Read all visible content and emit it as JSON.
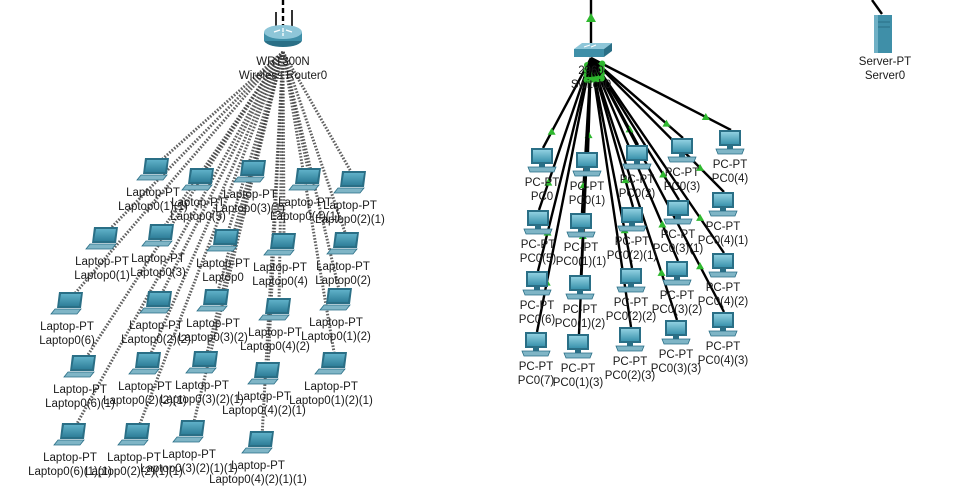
{
  "router": {
    "model": "WRT300N",
    "name": "Wireless Router0",
    "icon": "wireless-router-icon"
  },
  "switch": {
    "model": "2960",
    "name": "Switch0",
    "icon": "switch-icon"
  },
  "server": {
    "model": "Server-PT",
    "name": "Server0",
    "icon": "server-icon"
  },
  "laptops": [
    {
      "model": "Laptop-PT",
      "name": "Laptop0(1)(1)"
    },
    {
      "model": "Laptop-PT",
      "name": "Laptop0(5)"
    },
    {
      "model": "Laptop-PT",
      "name": "Laptop0(3)(1)"
    },
    {
      "model": "Laptop-PT",
      "name": "Laptop0(4)(1)"
    },
    {
      "model": "Laptop-PT",
      "name": "Laptop0(2)(1)"
    },
    {
      "model": "Laptop-PT",
      "name": "Laptop0(1)"
    },
    {
      "model": "Laptop-PT",
      "name": "Laptop0(3)"
    },
    {
      "model": "Laptop-PT",
      "name": "Laptop0"
    },
    {
      "model": "Laptop-PT",
      "name": "Laptop0(4)"
    },
    {
      "model": "Laptop-PT",
      "name": "Laptop0(2)"
    },
    {
      "model": "Laptop-PT",
      "name": "Laptop0(6)"
    },
    {
      "model": "Laptop-PT",
      "name": "Laptop0(2)(2)"
    },
    {
      "model": "Laptop-PT",
      "name": "Laptop0(3)(2)"
    },
    {
      "model": "Laptop-PT",
      "name": "Laptop0(4)(2)"
    },
    {
      "model": "Laptop-PT",
      "name": "Laptop0(1)(2)"
    },
    {
      "model": "Laptop-PT",
      "name": "Laptop0(6)(1)"
    },
    {
      "model": "Laptop-PT",
      "name": "Laptop0(2)(2)(1)"
    },
    {
      "model": "Laptop-PT",
      "name": "Laptop0(3)(2)(1)"
    },
    {
      "model": "Laptop-PT",
      "name": "Laptop0(4)(2)(1)"
    },
    {
      "model": "Laptop-PT",
      "name": "Laptop0(1)(2)(1)"
    },
    {
      "model": "Laptop-PT",
      "name": "Laptop0(6)(1)(1)"
    },
    {
      "model": "Laptop-PT",
      "name": "Laptop0(2)(2)(1)(1)"
    },
    {
      "model": "Laptop-PT",
      "name": "Laptop0(3)(2)(1)(1)"
    },
    {
      "model": "Laptop-PT",
      "name": "Laptop0(4)(2)(1)(1)"
    }
  ],
  "pcs": [
    {
      "model": "PC-PT",
      "name": "PC0"
    },
    {
      "model": "PC-PT",
      "name": "PC0(1)"
    },
    {
      "model": "PC-PT",
      "name": "PC0(2)"
    },
    {
      "model": "PC-PT",
      "name": "PC0(3)"
    },
    {
      "model": "PC-PT",
      "name": "PC0(4)"
    },
    {
      "model": "PC-PT",
      "name": "PC0(5)"
    },
    {
      "model": "PC-PT",
      "name": "PC0(1)(1)"
    },
    {
      "model": "PC-PT",
      "name": "PC0(2)(1)"
    },
    {
      "model": "PC-PT",
      "name": "PC0(3)(1)"
    },
    {
      "model": "PC-PT",
      "name": "PC0(4)(1)"
    },
    {
      "model": "PC-PT",
      "name": "PC0(6)"
    },
    {
      "model": "PC-PT",
      "name": "PC0(1)(2)"
    },
    {
      "model": "PC-PT",
      "name": "PC0(2)(2)"
    },
    {
      "model": "PC-PT",
      "name": "PC0(3)(2)"
    },
    {
      "model": "PC-PT",
      "name": "PC0(4)(2)"
    },
    {
      "model": "PC-PT",
      "name": "PC0(7)"
    },
    {
      "model": "PC-PT",
      "name": "PC0(1)(3)"
    },
    {
      "model": "PC-PT",
      "name": "PC0(2)(3)"
    },
    {
      "model": "PC-PT",
      "name": "PC0(3)(3)"
    },
    {
      "model": "PC-PT",
      "name": "PC0(4)(3)"
    }
  ],
  "colors": {
    "device": "#3f8fa8",
    "device_dark": "#2a6f86",
    "link_up": "#2fb82f",
    "wireless": "#444444",
    "copper": "#000000"
  }
}
